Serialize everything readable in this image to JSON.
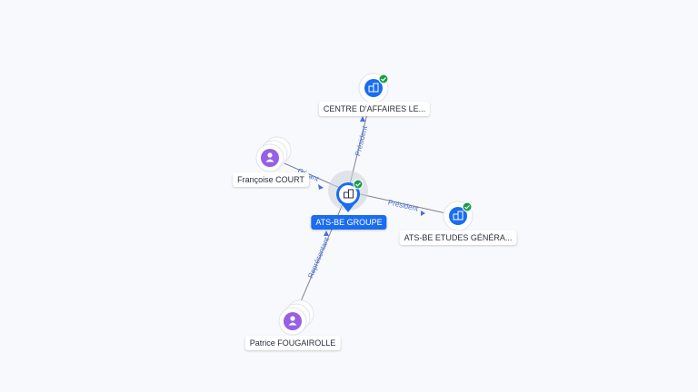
{
  "colors": {
    "company": "#1a6cf0",
    "person": "#9560e6",
    "verified": "#1b9e4b",
    "edge": "#7d8494",
    "edge_label": "#4a6fd8"
  },
  "nodes": {
    "center": {
      "label": "ATS-BE GROUPE",
      "icon": "building-icon",
      "verified": true
    },
    "top": {
      "label": "CENTRE D'AFFAIRES LE...",
      "icon": "building-icon",
      "verified": true
    },
    "right": {
      "label": "ATS-BE ETUDES GÉNÉRA...",
      "icon": "building-icon",
      "verified": true
    },
    "left": {
      "label": "Françoise COURT",
      "icon": "person-icon"
    },
    "bottom": {
      "label": "Patrice FOUGAIROLLE",
      "icon": "person-icon"
    }
  },
  "edges": {
    "center_top": "Président",
    "center_right": "Président",
    "left_center": "Gérant",
    "bottom_center": "Représentant"
  }
}
